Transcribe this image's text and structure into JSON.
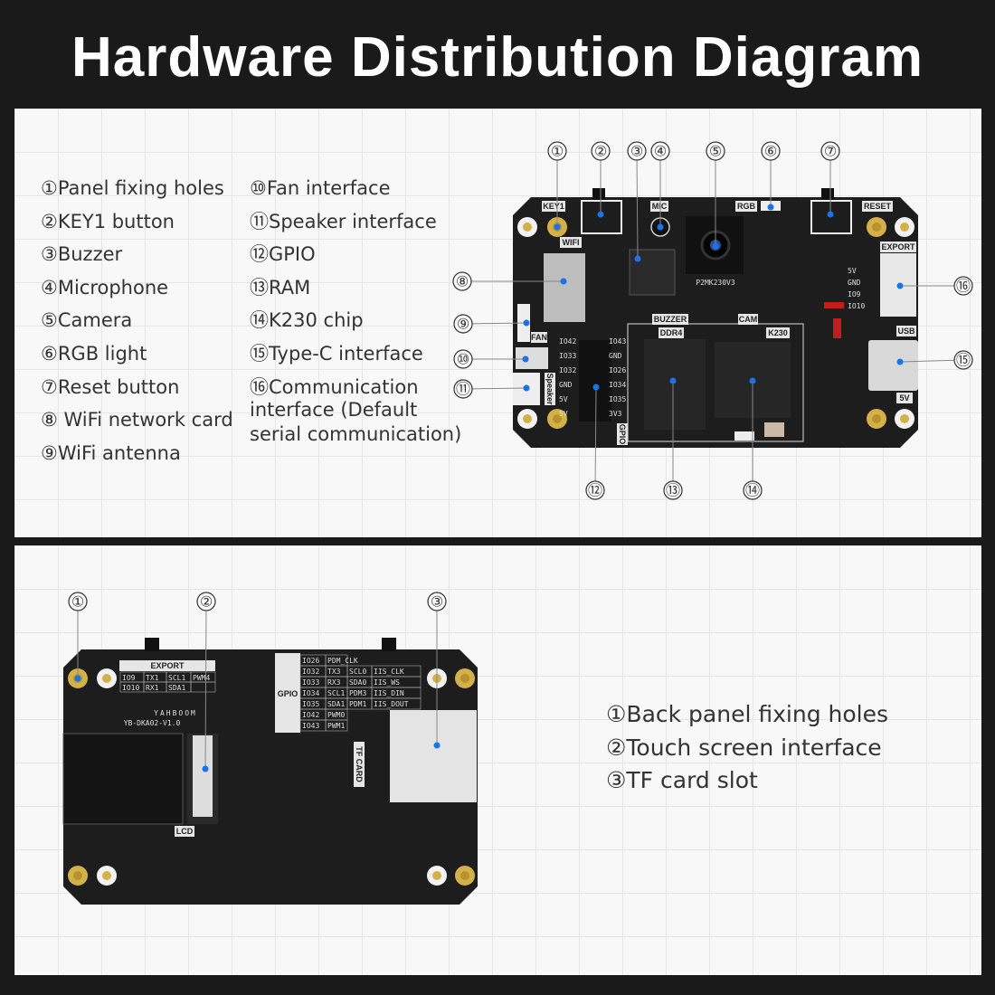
{
  "title": "Hardware Distribution Diagram",
  "front": {
    "legend_left": [
      "①Panel fixing holes",
      "②KEY1 button",
      "③Buzzer",
      "④Microphone",
      "⑤Camera",
      "⑥RGB light",
      "⑦Reset button",
      "⑧ WiFi network card",
      "⑨WiFi antenna"
    ],
    "legend_right": [
      "⑩Fan interface",
      "⑪Speaker interface",
      "⑫GPIO",
      "⑬RAM",
      "⑭K230 chip",
      "⑮Type-C interface",
      "⑯Communication",
      "interface (Default",
      "serial communication)"
    ],
    "callouts": [
      "①",
      "②",
      "③",
      "④",
      "⑤",
      "⑥",
      "⑦",
      "⑧",
      "⑨",
      "⑩",
      "⑪",
      "⑫",
      "⑬",
      "⑭",
      "⑮",
      "⑯"
    ],
    "board_labels": {
      "key1": "KEY1",
      "wifi": "WIFI",
      "mic": "MIC",
      "rgb": "RGB",
      "reset": "RESET",
      "export": "EXPORT",
      "usb": "USB",
      "v5": "5V",
      "buzzer": "BUZZER",
      "cam": "CAM",
      "ddr4": "DDR4",
      "k230": "K230",
      "fan": "FAN",
      "speaker": "Speaker",
      "gpio": "GPIO",
      "camera_model": "P2MK230V3",
      "gpio_left": [
        "IO42",
        "IO33",
        "IO32",
        "GND",
        "5V",
        "5V"
      ],
      "gpio_right": [
        "IO43",
        "GND",
        "IO26",
        "IO34",
        "IO35",
        "3V3"
      ],
      "export_pins": [
        "5V",
        "GND",
        "IO9",
        "IO10"
      ]
    }
  },
  "back": {
    "legend": [
      "①Back panel fixing holes",
      "②Touch screen interface",
      "③TF card slot"
    ],
    "callouts": [
      "①",
      "②",
      "③"
    ],
    "board_labels": {
      "export": "EXPORT",
      "brand": "YAHBOOM",
      "model": "YB-DKA02-V1.0",
      "gpio": "GPIO",
      "tf": "TF CARD",
      "lcd": "LCD",
      "export_rows": [
        [
          "IO9",
          "TX1",
          "SCL1",
          "PWM4"
        ],
        [
          "IO10",
          "RX1",
          "SDA1",
          ""
        ]
      ],
      "gpio_rows": [
        [
          "IO26",
          "PDM_CLK",
          "",
          ""
        ],
        [
          "IO32",
          "TX3",
          "SCL0",
          "IIS_CLK"
        ],
        [
          "IO33",
          "RX3",
          "SDA0",
          "IIS_WS"
        ],
        [
          "IO34",
          "SCL1",
          "PDM3",
          "IIS_DIN"
        ],
        [
          "IO35",
          "SDA1",
          "PDM1",
          "IIS_DOUT"
        ],
        [
          "IO42",
          "PWM0",
          "",
          ""
        ],
        [
          "IO43",
          "PWM1",
          "",
          ""
        ]
      ]
    }
  },
  "colors": {
    "dot": "#1a73e8",
    "board": "#1c1c1c",
    "gold": "#d4b04a"
  }
}
